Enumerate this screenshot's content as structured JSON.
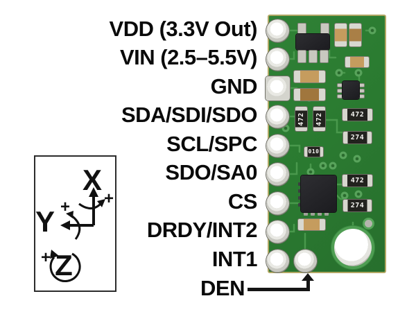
{
  "pins": [
    {
      "label": "VDD (3.3V Out)"
    },
    {
      "label": "VIN (2.5–5.5V)"
    },
    {
      "label": "GND"
    },
    {
      "label": "SDA/SDI/SDO"
    },
    {
      "label": "SCL/SPC"
    },
    {
      "label": "SDO/SA0"
    },
    {
      "label": "CS"
    },
    {
      "label": "DRDY/INT2"
    },
    {
      "label": "INT1"
    },
    {
      "label": "DEN"
    }
  ],
  "axis_indicator": {
    "x": "X",
    "y": "Y",
    "z": "Z",
    "plus": "+"
  },
  "board": {
    "markings": {
      "rv1": "472",
      "rv2": "472",
      "rr1": "472",
      "rr2": "274",
      "rr3": "472",
      "rr4": "274",
      "r010": "010"
    },
    "colors": {
      "pcb_green": "#2b7c31",
      "trace_green": "#4d9c50",
      "pad_silver": "#d9d9d3",
      "component_tan": "#c59c5e",
      "ic_black": "#232327",
      "label_black": "#0a0a0a"
    }
  }
}
